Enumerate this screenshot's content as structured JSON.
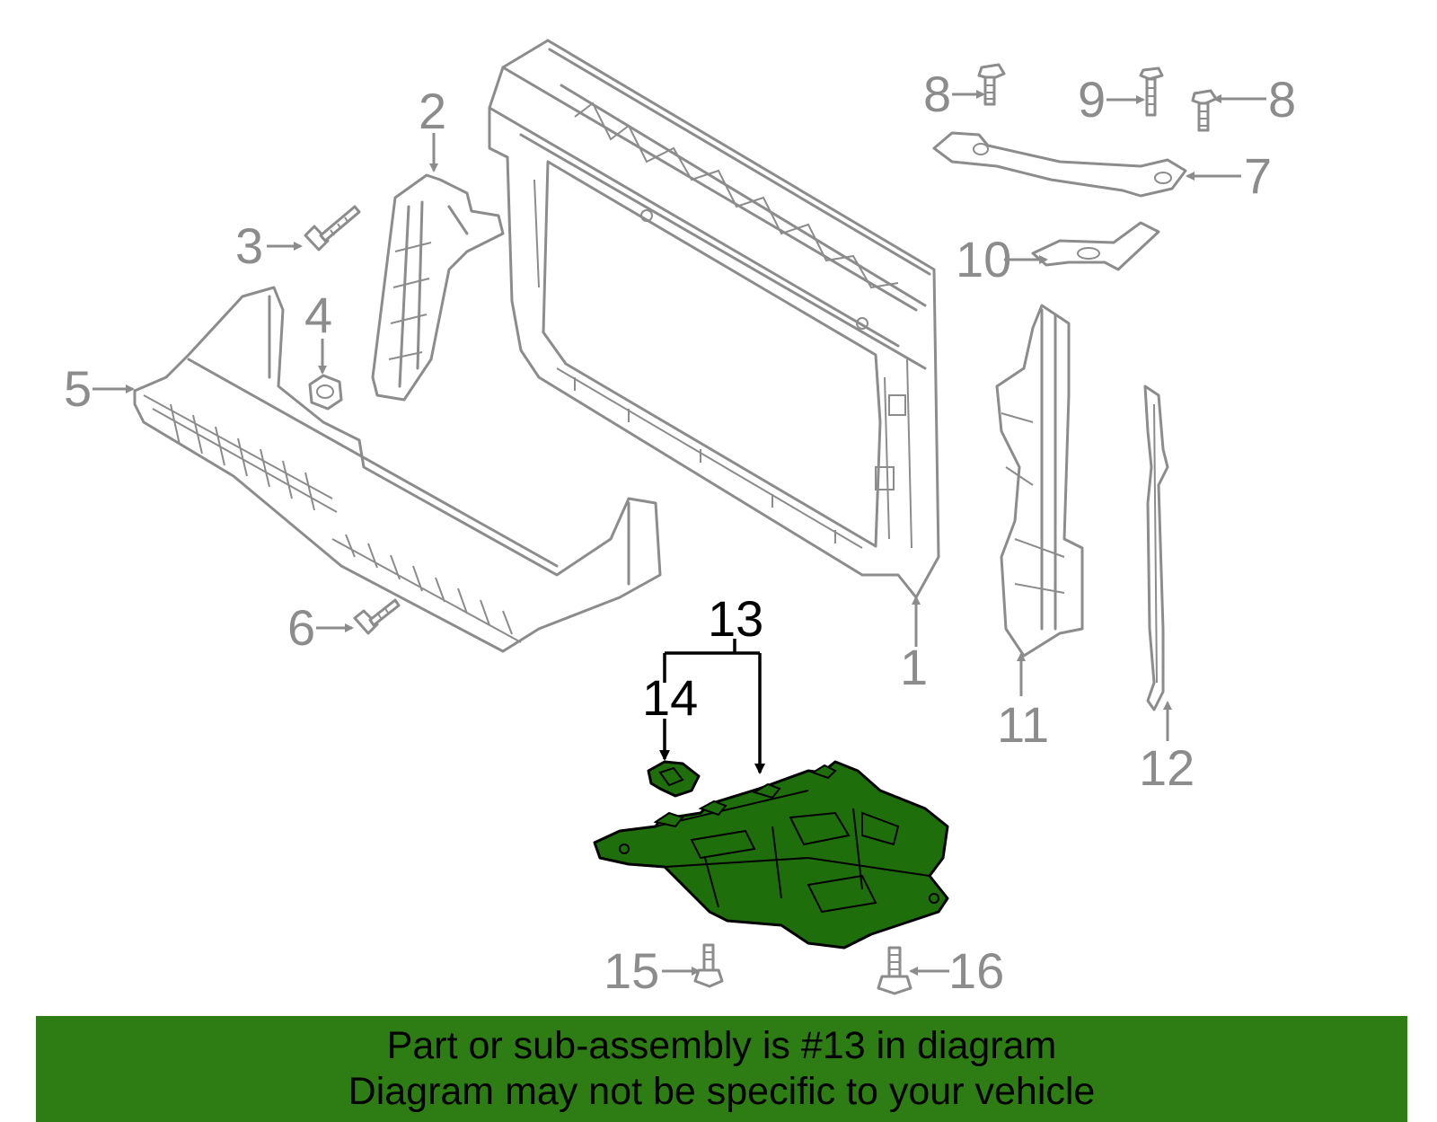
{
  "callouts": {
    "c1": "1",
    "c2": "2",
    "c3": "3",
    "c4": "4",
    "c5": "5",
    "c6": "6",
    "c7": "7",
    "c8a": "8",
    "c8b": "8",
    "c9": "9",
    "c10": "10",
    "c11": "11",
    "c12": "12",
    "c13": "13",
    "c14": "14",
    "c15": "15",
    "c16": "16"
  },
  "highlight_color": "#1f6e0c",
  "footer": {
    "background_color": "#2e7d14",
    "line1": "Part or sub-assembly is #13 in diagram",
    "line2": "Diagram may not be specific to your vehicle"
  }
}
